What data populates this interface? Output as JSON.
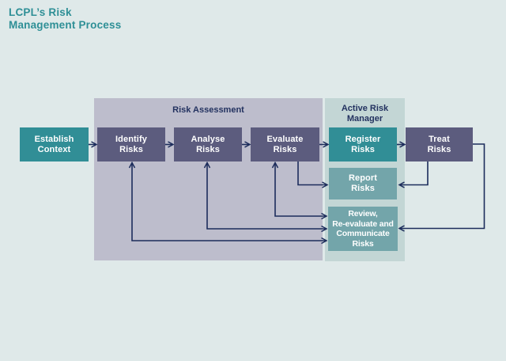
{
  "page": {
    "title": "LCPL’s Risk\nManagement Process",
    "background_color": "#dfe9e9",
    "title_color": "#2e8f96"
  },
  "diagram": {
    "groups": {
      "risk_assessment": {
        "label": "Risk Assessment",
        "color": "#bdbdcc"
      },
      "active_risk_manager": {
        "label": "Active Risk\nManager",
        "color": "#c3d6d5"
      }
    },
    "nodes": {
      "establish": {
        "label": "Establish\nContext",
        "color": "#318e96"
      },
      "identify": {
        "label": "Identify\nRisks",
        "color": "#5c5c7e"
      },
      "analyse": {
        "label": "Analyse\nRisks",
        "color": "#5c5c7e"
      },
      "evaluate": {
        "label": "Evaluate\nRisks",
        "color": "#5c5c7e"
      },
      "register": {
        "label": "Register\nRisks",
        "color": "#318e96"
      },
      "treat": {
        "label": "Treat\nRisks",
        "color": "#5c5c7e"
      },
      "report": {
        "label": "Report\nRisks",
        "color": "#73a5aa"
      },
      "review": {
        "label": "Review,\nRe-evaluate and\nCommunicate\nRisks",
        "color": "#73a5aa"
      }
    },
    "connections": [
      {
        "from": "Establish Context",
        "to": "Identify Risks",
        "bidirectional": false
      },
      {
        "from": "Identify Risks",
        "to": "Analyse Risks",
        "bidirectional": false
      },
      {
        "from": "Analyse Risks",
        "to": "Evaluate Risks",
        "bidirectional": false
      },
      {
        "from": "Evaluate Risks",
        "to": "Register Risks",
        "bidirectional": false
      },
      {
        "from": "Register Risks",
        "to": "Treat Risks",
        "bidirectional": false
      },
      {
        "from": "Evaluate Risks",
        "to": "Report Risks",
        "bidirectional": false
      },
      {
        "from": "Treat Risks",
        "to": "Report Risks",
        "bidirectional": false
      },
      {
        "from": "Treat Risks",
        "to": "Review, Re-evaluate and Communicate Risks",
        "bidirectional": false
      },
      {
        "from": "Identify Risks",
        "to": "Review, Re-evaluate and Communicate Risks",
        "bidirectional": true
      },
      {
        "from": "Analyse Risks",
        "to": "Review, Re-evaluate and Communicate Risks",
        "bidirectional": true
      },
      {
        "from": "Evaluate Risks",
        "to": "Review, Re-evaluate and Communicate Risks",
        "bidirectional": true
      }
    ],
    "colors": {
      "arrow": "#1c2c5b",
      "box_text": "#ffffff",
      "group_label": "#233260"
    }
  }
}
